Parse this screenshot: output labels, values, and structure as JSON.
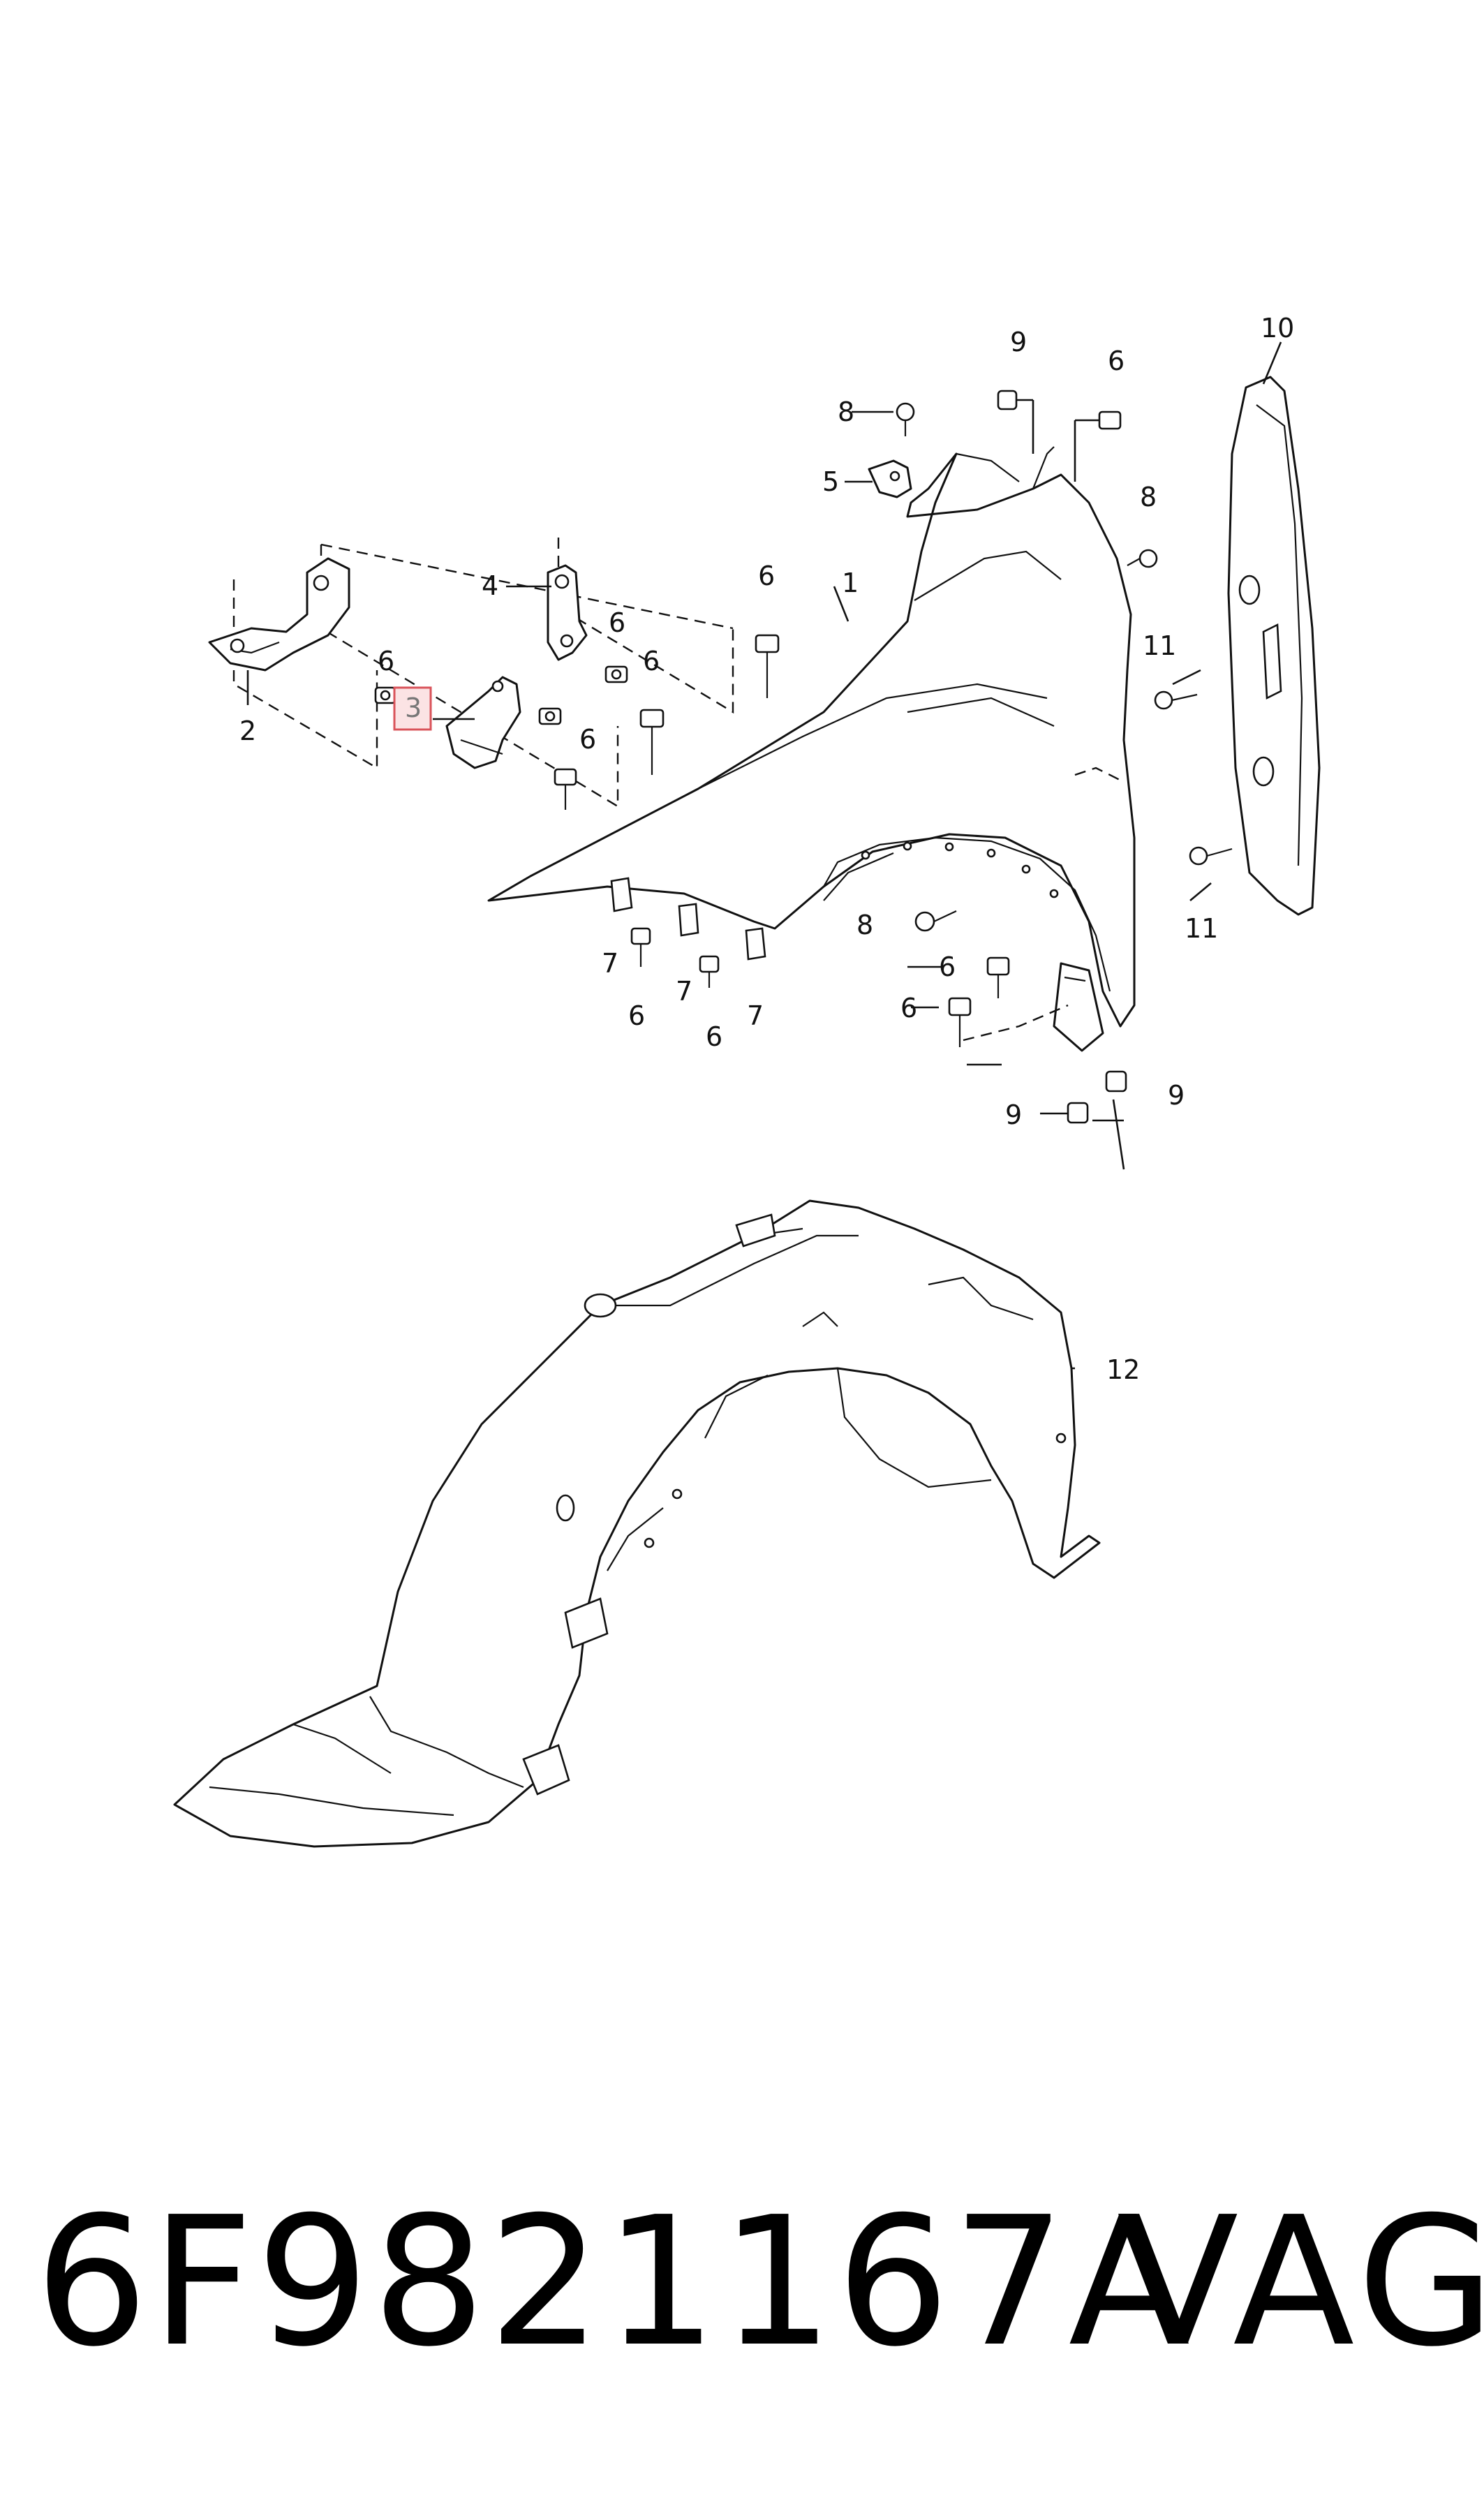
{
  "callouts": {
    "c1": "1",
    "c2": "2",
    "c3": "3",
    "c4": "4",
    "c5": "5",
    "c6": "6",
    "c7": "7",
    "c8": "8",
    "c9": "9",
    "c10": "10",
    "c11": "11",
    "c12": "12"
  },
  "highlighted_callout": "3",
  "footer": {
    "part_number": "6F9821167A",
    "brand": "VAG"
  },
  "colors": {
    "line": "#111111",
    "highlight_fill": "#fbe3e4",
    "highlight_border": "#d9535a"
  }
}
